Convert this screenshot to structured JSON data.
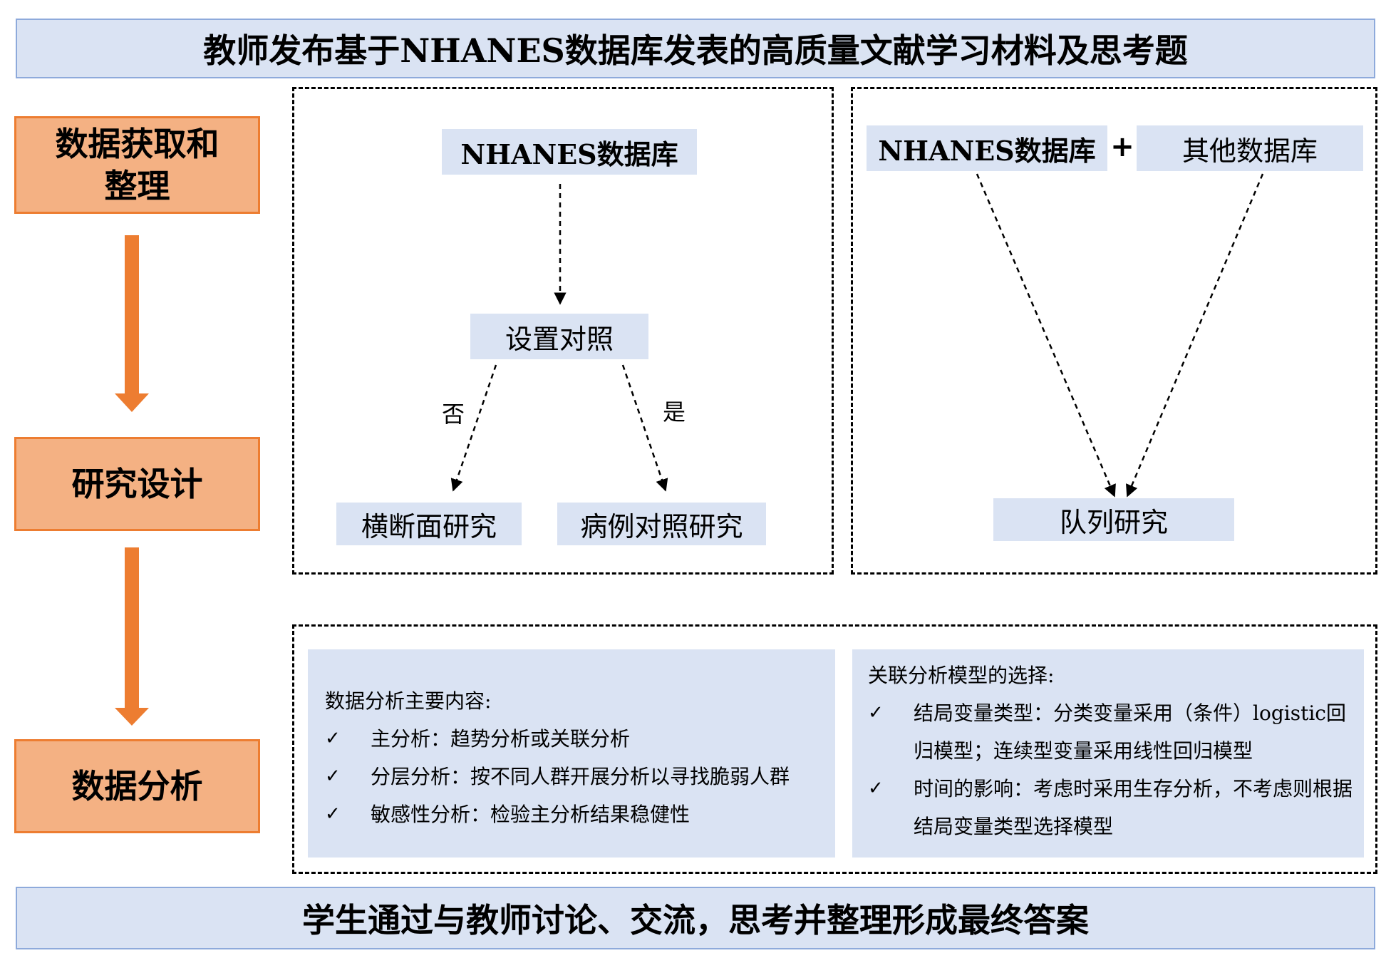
{
  "header": {
    "title": "教师发布基于NHANES数据库发表的高质量文献学习材料及思考题"
  },
  "footer": {
    "text": "学生通过与教师讨论、交流，思考并整理形成最终答案"
  },
  "stages": [
    {
      "label": "数据获取和\n整理"
    },
    {
      "label": "研究设计"
    },
    {
      "label": "数据分析"
    }
  ],
  "design_left": {
    "source": "NHANES数据库",
    "control": "设置对照",
    "no_label": "否",
    "yes_label": "是",
    "no_result": "横断面研究",
    "yes_result": "病例对照研究"
  },
  "design_right": {
    "source_a": "NHANES数据库",
    "plus": "+",
    "source_b": "其他数据库",
    "result": "队列研究"
  },
  "analysis": {
    "title": "数据分析主要内容:",
    "check_symbol": "✓",
    "items": [
      "主分析：趋势分析或关联分析",
      "分层分析：按不同人群开展分析以寻找脆弱人群",
      "敏感性分析：检验主分析结果稳健性"
    ]
  },
  "models": {
    "title": "关联分析模型的选择:",
    "check_symbol": "✓",
    "items": [
      "结局变量类型：分类变量采用（条件）logistic回归模型；连续型变量采用线性回归模型",
      "时间的影响：考虑时采用生存分析，不考虑则根据结局变量类型选择模型"
    ]
  },
  "colors": {
    "banner_fill": "#dae3f3",
    "stage_fill": "#f4b183",
    "arrow_orange": "#ed7d31"
  }
}
